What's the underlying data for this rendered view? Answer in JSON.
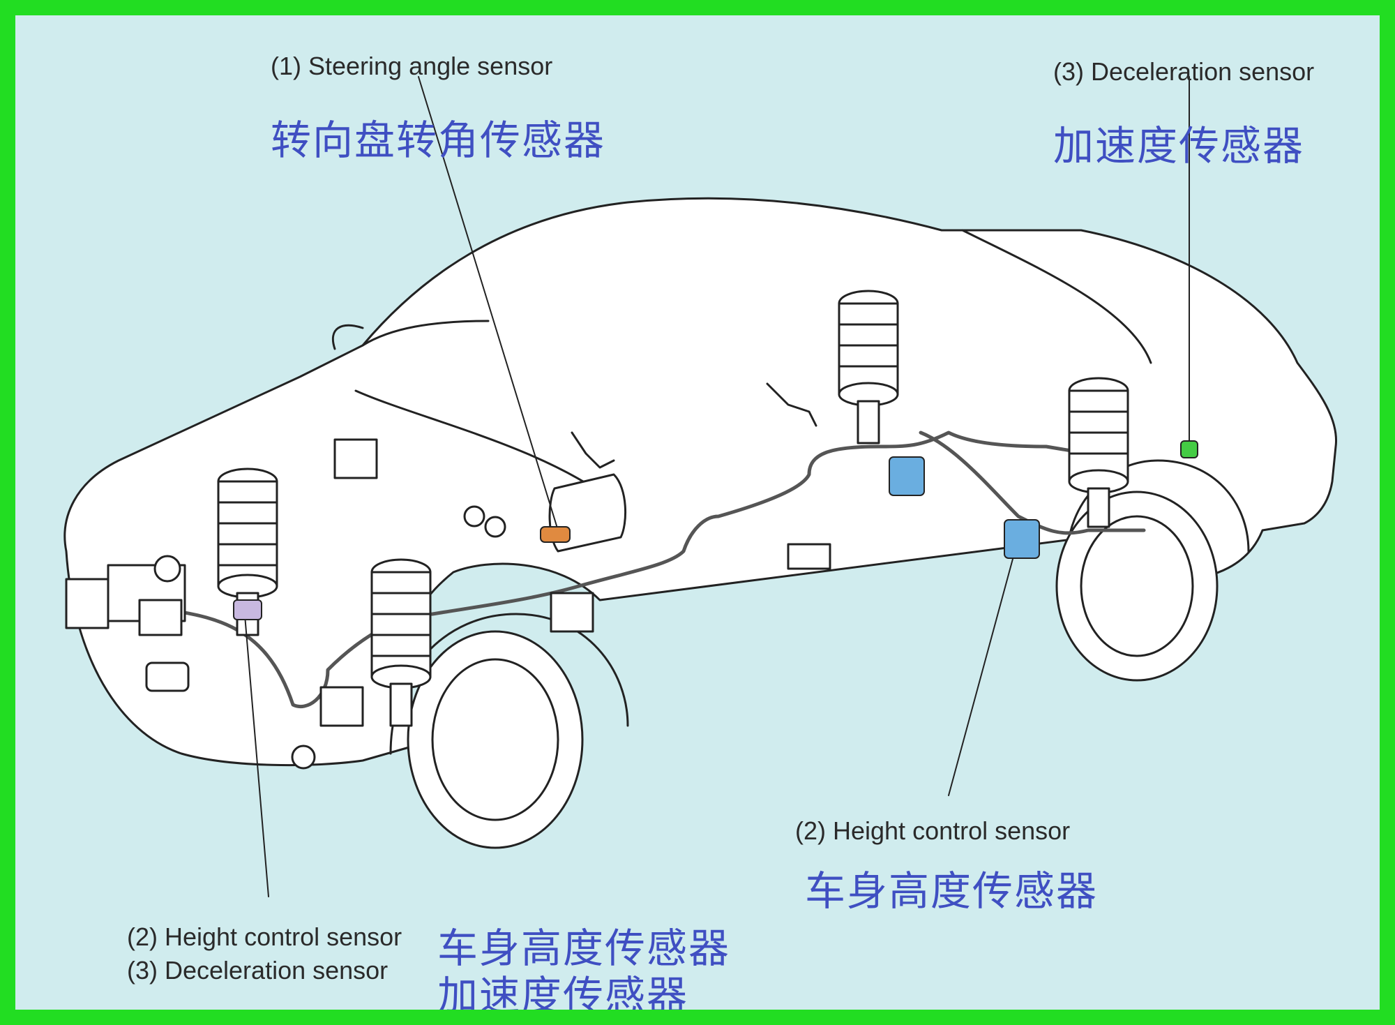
{
  "labels": {
    "steering_en": "(1) Steering angle sensor",
    "steering_cn": "转向盘转角传感器",
    "decel_top_en": "(3) Deceleration sensor",
    "decel_top_cn": "加速度传感器",
    "height_right_en": "(2) Height control sensor",
    "height_right_cn": "车身高度传感器",
    "height_left_en": "(2) Height control sensor",
    "decel_left_en": "(3) Deceleration sensor",
    "height_left_cn": "车身高度传感器",
    "decel_left_cn": "加速度传感器"
  },
  "colors": {
    "frame": "#22dd22",
    "background": "#d0ecee",
    "chinese_text": "#3f4fc2",
    "steering_sensor": "#e08a40",
    "height_sensor": "#6aaee0",
    "decel_sensor": "#44cc44"
  }
}
